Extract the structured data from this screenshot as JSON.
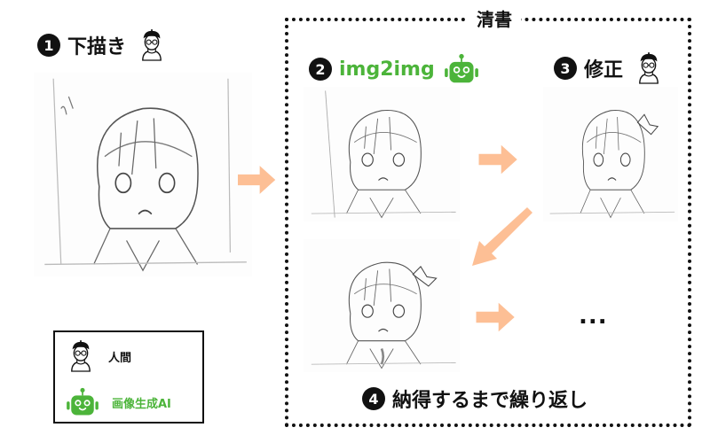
{
  "colors": {
    "arrow": "#fdbf95",
    "ai_green": "#4cb43a",
    "text": "#111111",
    "sketch_line": "#6a5a50"
  },
  "step1": {
    "number": "1",
    "label": "下描き",
    "actor_icon": "human-artist-icon"
  },
  "clean_copy": {
    "label": "清書"
  },
  "step2": {
    "number": "2",
    "label": "img2img",
    "actor_icon": "robot-ai-icon"
  },
  "step3": {
    "number": "3",
    "label": "修正",
    "actor_icon": "human-artist-icon"
  },
  "step4": {
    "number": "4",
    "label": "納得するまで繰り返し"
  },
  "continuation": "...",
  "legend": {
    "items": [
      {
        "icon": "human-artist-icon",
        "label": "人間"
      },
      {
        "icon": "robot-ai-icon",
        "label": "画像生成AI"
      }
    ]
  },
  "images": [
    {
      "id": "rough-sketch",
      "description": "rough pencil sketch of anime girl"
    },
    {
      "id": "img2img-output-1",
      "description": "AI cleaned line art"
    },
    {
      "id": "corrected-1",
      "description": "human corrected line art with flower hairpin"
    },
    {
      "id": "img2img-output-2",
      "description": "AI refined line art with flower hairpin"
    }
  ],
  "arrows": [
    {
      "from": "rough-sketch",
      "to": "img2img-output-1",
      "direction": "right"
    },
    {
      "from": "img2img-output-1",
      "to": "corrected-1",
      "direction": "right"
    },
    {
      "from": "corrected-1",
      "to": "img2img-output-2",
      "direction": "down-left"
    },
    {
      "from": "img2img-output-2",
      "to": "continuation",
      "direction": "right"
    }
  ]
}
